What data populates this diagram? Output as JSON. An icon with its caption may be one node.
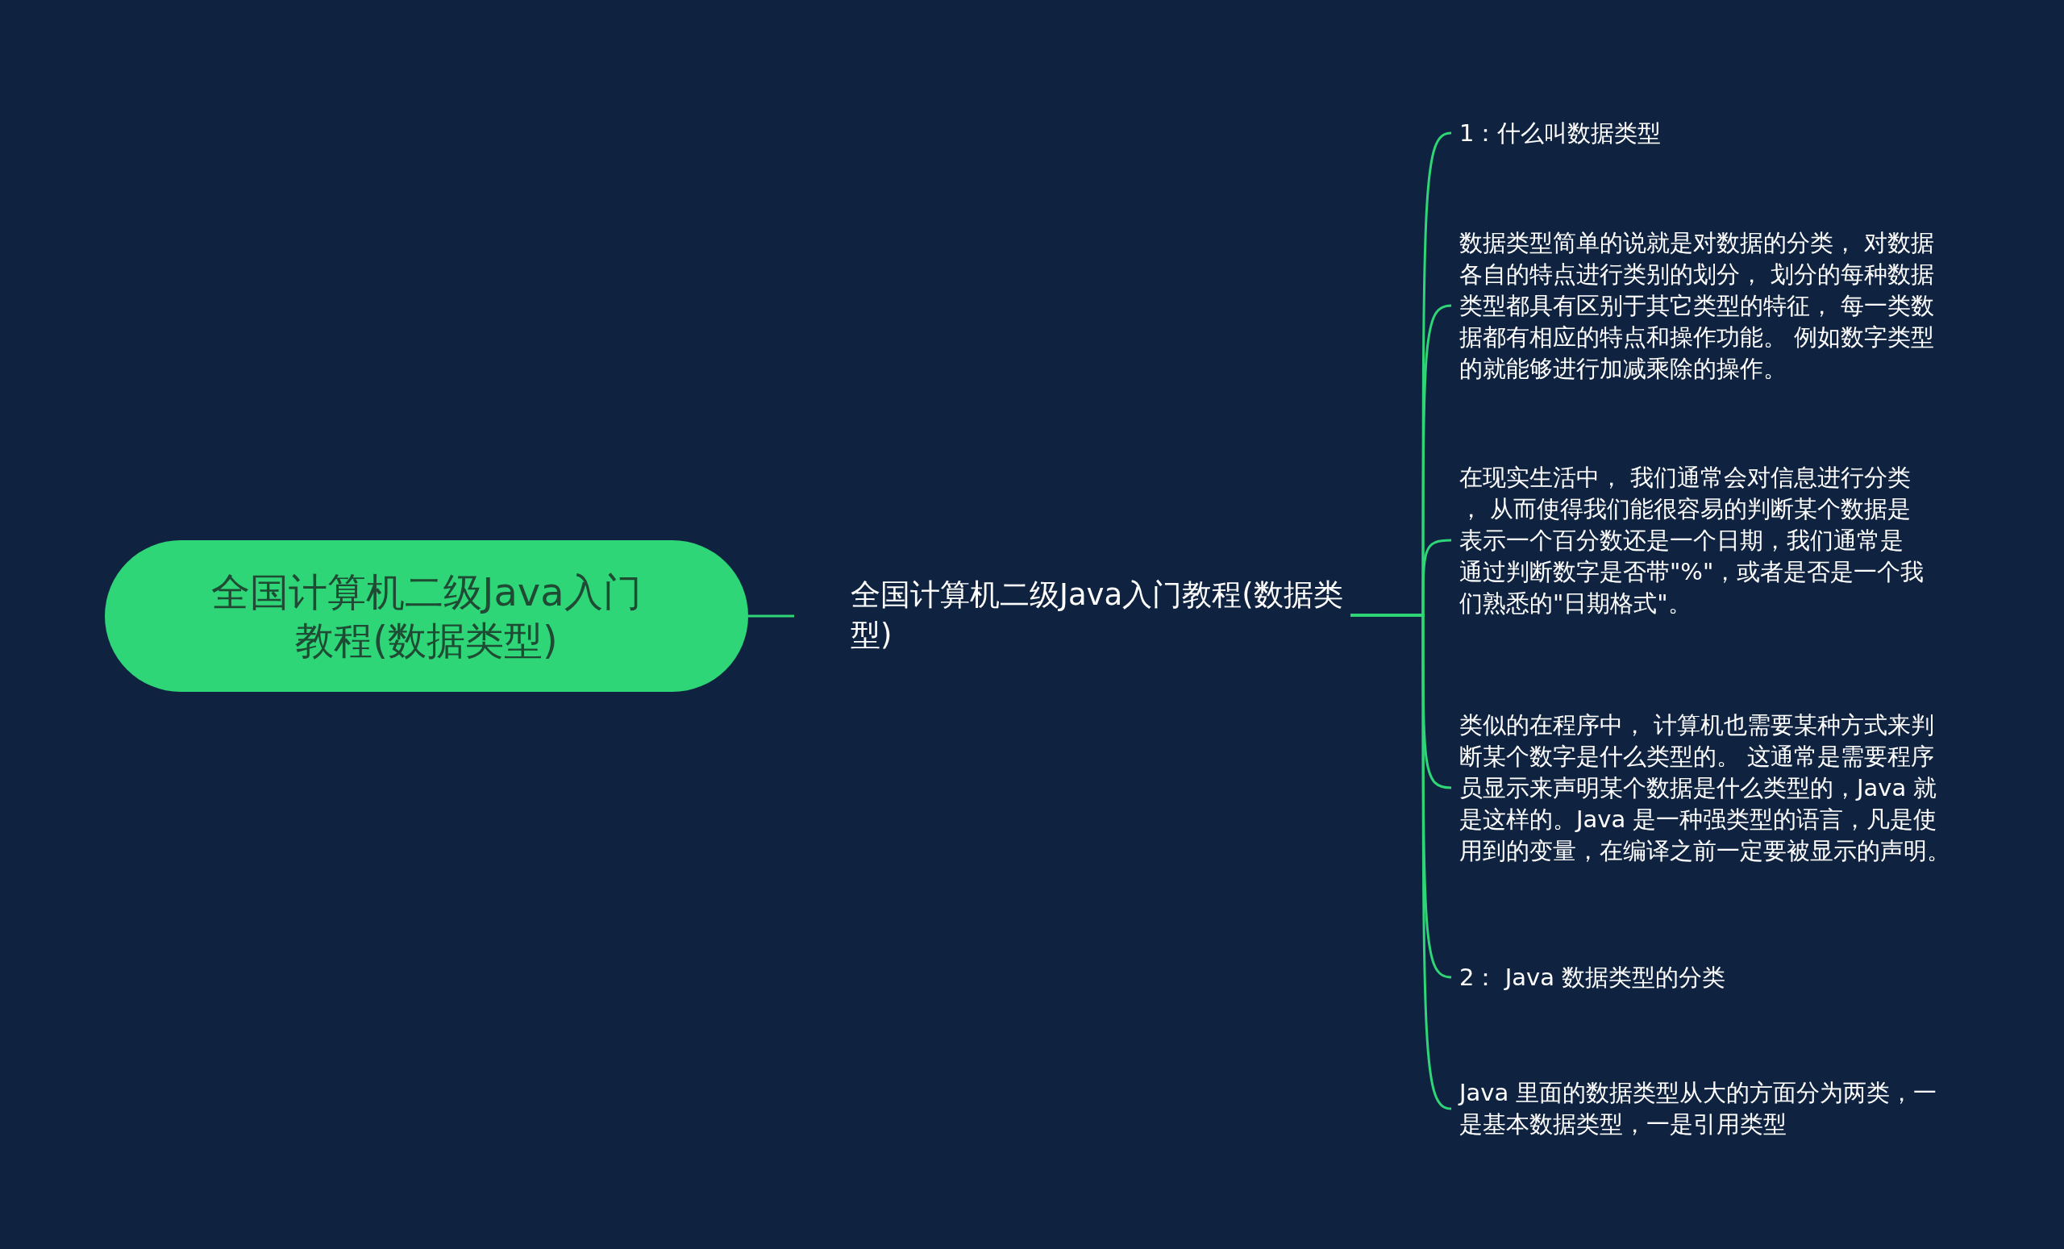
{
  "diagram": {
    "nodes": [
      {
        "text": [
          "全国计算机二级Java入门教程(数据类型)"
        ]
      },
      {
        "text": [
          "全国计算机二级Java入门教程(数据类型)"
        ]
      },
      {
        "text": [
          "1：什么叫数据类型"
        ]
      },
      {
        "text": [
          "数据类型简单的说就是对数据的分类， 对数据各自的特点进行类别的划分， 划分的每种数据类型都具有区别于其它类型的特征， 每一类数据都有相应的特点和操作功能。 例如数字类型的就能够进行加减乘除的操作。"
        ]
      },
      {
        "text": [
          "在现实生活中， 我们通常会对信息进行分类， 从而使得我们能很容易的判断某个数据是表示一个百分数还是一个日期，我们通常是通过判断数字是否带\"%\"，或者是否是一个我们熟悉的\"日期格式\"。"
        ]
      },
      {
        "text": [
          "类似的在程序中， 计算机也需要某种方式来判断某个数字是什么类型的。 这通常是需要程序员显示来声明某个数据是什么类型的，Java 就是这样的。Java 是一种强类型的语言，凡是使用到的变量，在编译之前一定要被显示的声明。"
        ]
      },
      {
        "text": [
          "2： Java 数据类型的分类"
        ]
      },
      {
        "text": [
          "Java 里面的数据类型从大的方面分为两类，一是基本数据类型，一是引用类型"
        ]
      }
    ],
    "edges": [
      {
        "from": 0,
        "to": 1,
        "arrow": "none"
      },
      {
        "from": 1,
        "to": 2,
        "arrow": "none"
      },
      {
        "from": 1,
        "to": 3,
        "arrow": "none"
      },
      {
        "from": 1,
        "to": 4,
        "arrow": "none"
      },
      {
        "from": 1,
        "to": 5,
        "arrow": "none"
      },
      {
        "from": 1,
        "to": 6,
        "arrow": "none"
      },
      {
        "from": 1,
        "to": 7,
        "arrow": "none"
      }
    ]
  }
}
